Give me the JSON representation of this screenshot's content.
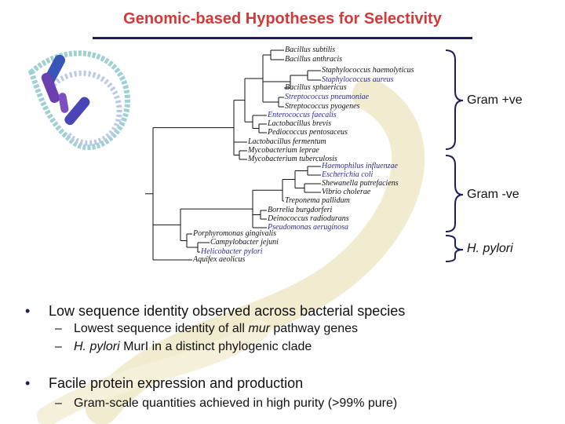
{
  "title": "Genomic-based Hypotheses for Selectivity",
  "colors": {
    "title": "#d13a3a",
    "rule": "#1e1e5a",
    "highlight": "#2a2aa0",
    "brace": "#1e1e5a",
    "tree": "#111111"
  },
  "tree": {
    "taxa": [
      {
        "name": "Bacillus subtilis",
        "highlight": false
      },
      {
        "name": "Bacillus anthracis",
        "highlight": false
      },
      {
        "name": "Staphylococcus haemolyticus",
        "highlight": false
      },
      {
        "name": "Staphylococcus aureus",
        "highlight": true
      },
      {
        "name": "Bacillus sphaericus",
        "highlight": false
      },
      {
        "name": "Streptococcus pneumoniae",
        "highlight": true
      },
      {
        "name": "Streptococcus pyogenes",
        "highlight": false
      },
      {
        "name": "Enterococcus faecalis",
        "highlight": true
      },
      {
        "name": "Lactobacillus brevis",
        "highlight": false
      },
      {
        "name": "Pediococcus pentosaceus",
        "highlight": false
      },
      {
        "name": "Lactobacillus fermentum",
        "highlight": false
      },
      {
        "name": "Mycobacterium leprae",
        "highlight": false
      },
      {
        "name": "Mycobacterium tuberculosis",
        "highlight": false
      },
      {
        "name": "Haemophilus influenzae",
        "highlight": true
      },
      {
        "name": "Escherichia coli",
        "highlight": true
      },
      {
        "name": "Shewanella putrefaciens",
        "highlight": false
      },
      {
        "name": "Vibrio cholerae",
        "highlight": false
      },
      {
        "name": "Treponema pallidum",
        "highlight": false
      },
      {
        "name": "Borrelia burgdorferi",
        "highlight": false
      },
      {
        "name": "Deinococcus radiodurans",
        "highlight": false
      },
      {
        "name": "Pseudomonas aeruginosa",
        "highlight": true
      },
      {
        "name": "Porphyromonas gingivalis",
        "highlight": false
      },
      {
        "name": "Campylobacter jejuni",
        "highlight": false
      },
      {
        "name": "Helicobacter pylori",
        "highlight": true
      },
      {
        "name": "Aquifex aeolicus",
        "highlight": false
      }
    ]
  },
  "groups": [
    {
      "label": "Gram +ve"
    },
    {
      "label": "Gram -ve"
    },
    {
      "label": "H. pylori"
    }
  ],
  "bullets": [
    {
      "text": "Low sequence identity observed across bacterial species",
      "subs": [
        {
          "pre": "Lowest sequence identity of all ",
          "em": "mur",
          "post": " pathway genes"
        },
        {
          "pre": "",
          "em": "H. pylori",
          "post": " MurI in a distinct phylogenic clade"
        }
      ]
    },
    {
      "text": "Facile protein expression and production",
      "subs": [
        {
          "pre": "Gram-scale quantities achieved in high purity (>99% pure)",
          "em": "",
          "post": ""
        }
      ]
    }
  ],
  "symbols": {
    "bullet": "•",
    "dash": "–"
  }
}
